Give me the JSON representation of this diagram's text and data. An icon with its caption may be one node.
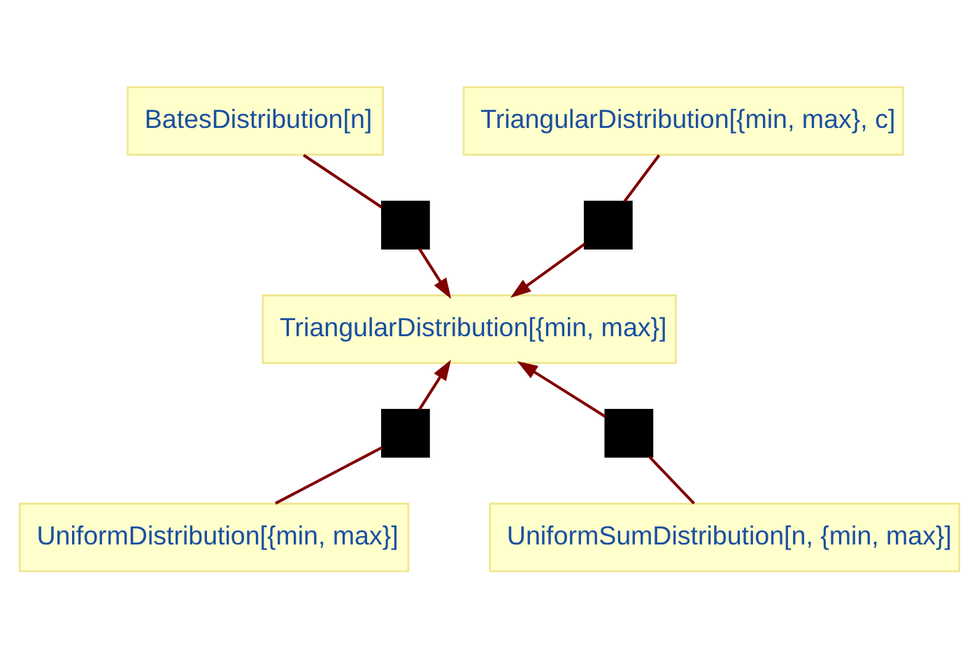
{
  "diagram": {
    "nodes": [
      {
        "text": [
          "BatesDistribution[n]"
        ]
      },
      {
        "text": [
          "TriangularDistribution[{min, max}, c]"
        ]
      },
      {
        "text": [],
        "shape": "box"
      },
      {
        "text": [],
        "shape": "box"
      },
      {
        "text": [
          "TriangularDistribution[{min, max}]"
        ]
      },
      {
        "text": [],
        "shape": "box"
      },
      {
        "text": [],
        "shape": "box"
      },
      {
        "text": [
          "UniformDistribution[{min, max}]"
        ]
      },
      {
        "text": [
          "UniformSumDistribution[n, {min, max}]"
        ]
      }
    ],
    "edges": [
      {
        "from": 0,
        "to": 2,
        "arrow": "none"
      },
      {
        "from": 2,
        "to": 4,
        "arrow": "to"
      },
      {
        "from": 1,
        "to": 3,
        "arrow": "none"
      },
      {
        "from": 3,
        "to": 4,
        "arrow": "to"
      },
      {
        "from": 7,
        "to": 5,
        "arrow": "none"
      },
      {
        "from": 5,
        "to": 4,
        "arrow": "to"
      },
      {
        "from": 8,
        "to": 6,
        "arrow": "none"
      },
      {
        "from": 6,
        "to": 4,
        "arrow": "to"
      }
    ]
  }
}
